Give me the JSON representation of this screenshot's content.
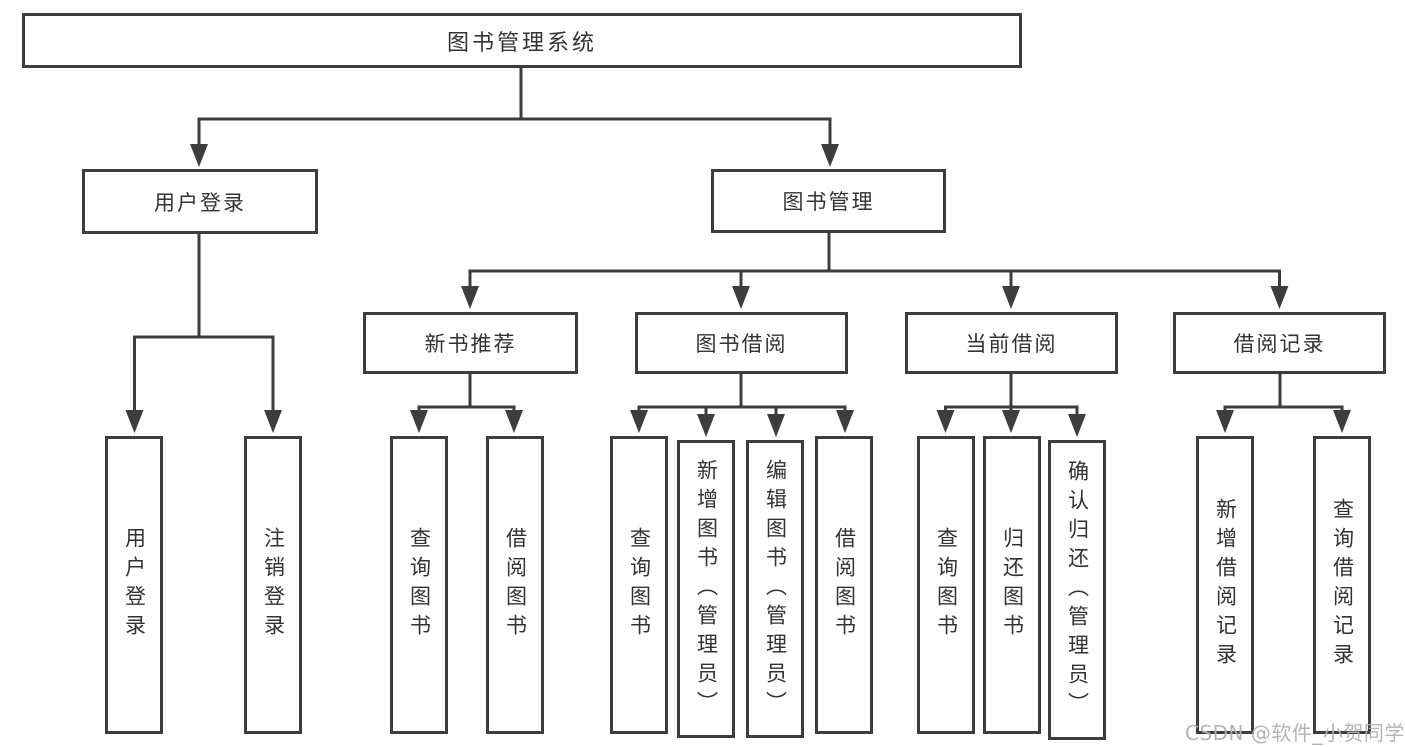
{
  "tree": {
    "root": {
      "label": "图书管理系统"
    },
    "branches": [
      {
        "label": "用户登录",
        "children": [
          {
            "label": "用户登录"
          },
          {
            "label": "注销登录"
          }
        ]
      },
      {
        "label": "图书管理",
        "children": [
          {
            "label": "新书推荐",
            "children": [
              {
                "label": "查询图书"
              },
              {
                "label": "借阅图书"
              }
            ]
          },
          {
            "label": "图书借阅",
            "children": [
              {
                "label": "查询图书"
              },
              {
                "label": "新增图书（管理员）"
              },
              {
                "label": "编辑图书（管理员）"
              },
              {
                "label": "借阅图书"
              }
            ]
          },
          {
            "label": "当前借阅",
            "children": [
              {
                "label": "查询图书"
              },
              {
                "label": "归还图书"
              },
              {
                "label": "确认归还（管理员）"
              }
            ]
          },
          {
            "label": "借阅记录",
            "children": [
              {
                "label": "新增借阅记录"
              },
              {
                "label": "查询借阅记录"
              }
            ]
          }
        ]
      }
    ]
  },
  "watermark": "CSDN @软件_小贺同学",
  "colors": {
    "line": "#3d3d3d",
    "box_border": "#3d3d3d",
    "text": "#333333",
    "watermark": "#b0b0b0",
    "background": "#ffffff"
  }
}
